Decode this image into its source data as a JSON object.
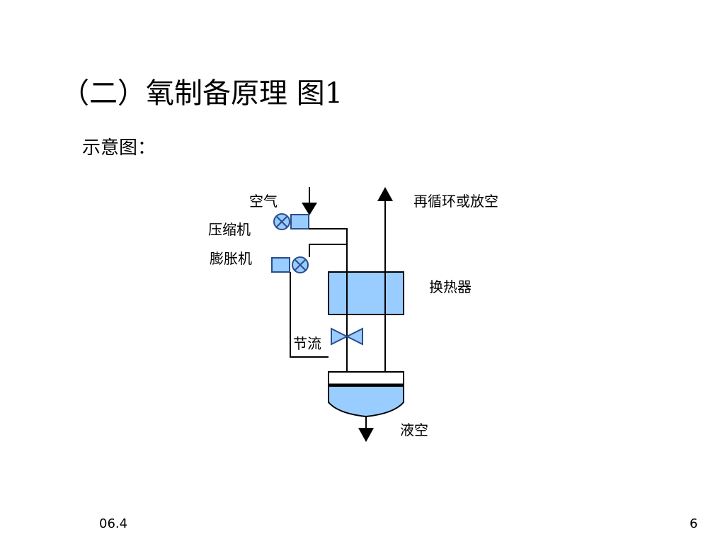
{
  "slide": {
    "title": "（二）氧制备原理 图1",
    "subtitle": "示意图："
  },
  "diagram": {
    "labels": {
      "air": "空气",
      "compressor": "压缩机",
      "expander": "膨胀机",
      "recycle_vent": "再循环或放空",
      "heat_exchanger": "换热器",
      "throttle": "节流",
      "liquid_air": "液空"
    },
    "colors": {
      "equipment_fill": "#99ccff",
      "line": "#000000",
      "icon_stroke": "#2a4d8f"
    }
  },
  "footer": {
    "date": "06.4",
    "page_number": "6"
  }
}
